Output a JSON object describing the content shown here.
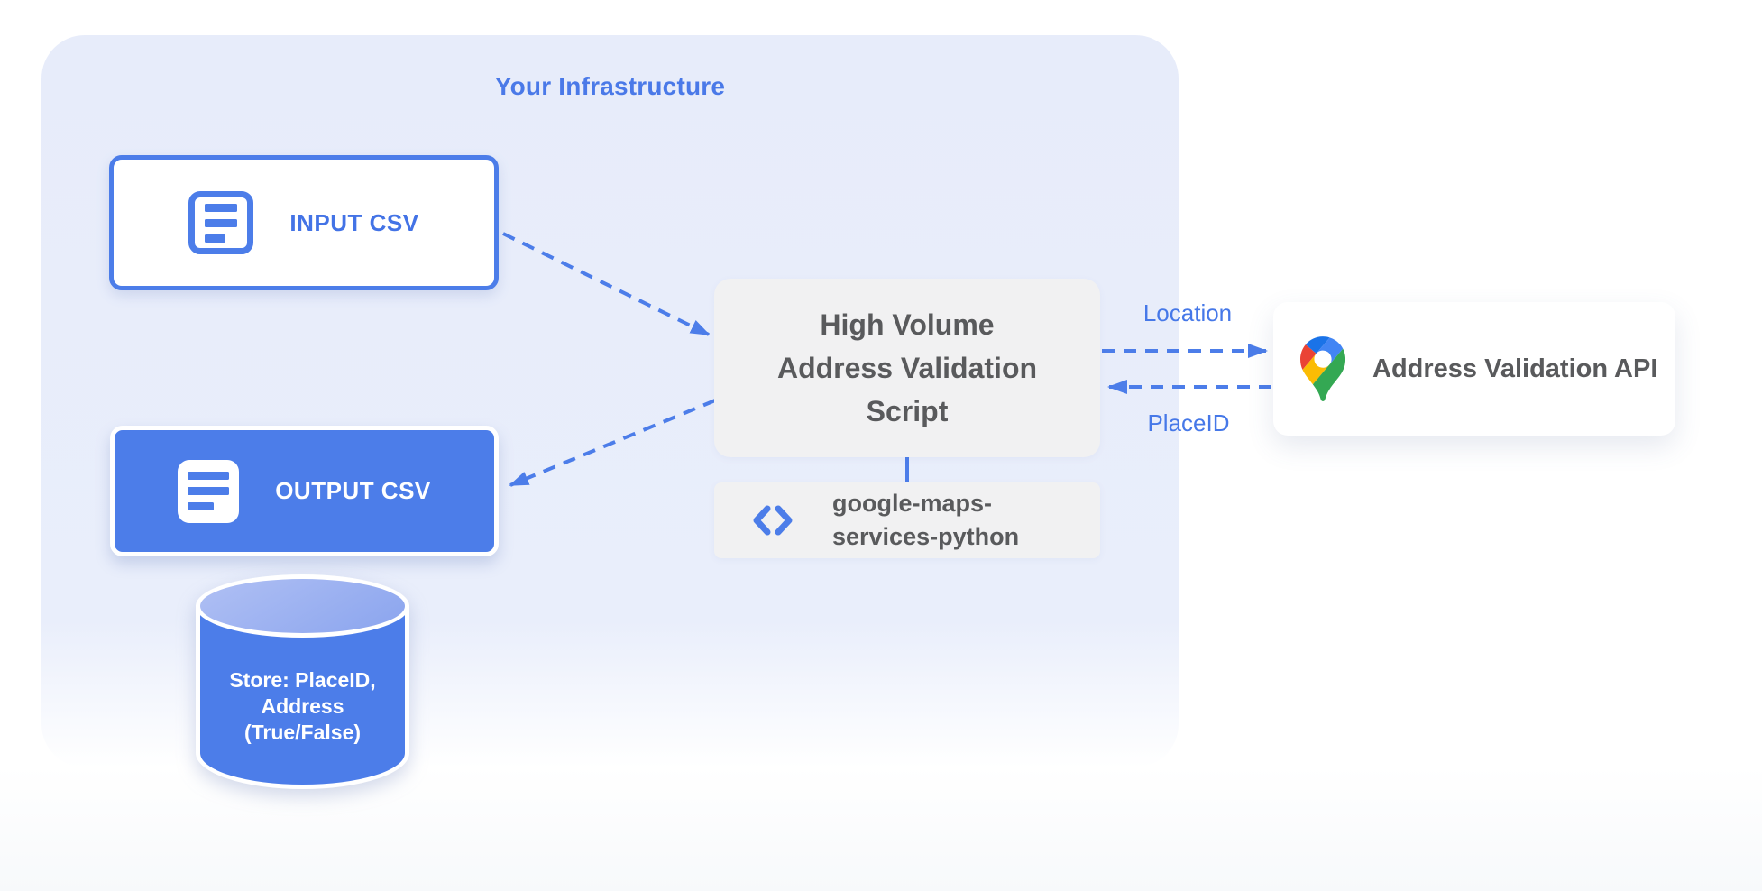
{
  "diagram": {
    "title": "Your Infrastructure"
  },
  "colors": {
    "accent_blue": "#4c7de9",
    "label_blue": "#4678e8",
    "container_bg": "#e8edfb",
    "gray_box": "#f1f1f2",
    "dark_text": "#595a5c",
    "white": "#ffffff",
    "cylinder_top_light": "#a9baf1",
    "pin_blue_dark": "#1a73e8",
    "pin_blue": "#4285f4",
    "pin_red": "#ea4335",
    "pin_yellow": "#fbbc04",
    "pin_green": "#34a853"
  },
  "nodes": {
    "input_csv": {
      "label": "INPUT CSV",
      "icon": "document-icon"
    },
    "output_csv": {
      "label": "OUTPUT CSV",
      "icon": "document-icon"
    },
    "datastore": {
      "shape": "database-cylinder",
      "lines": [
        "Store: PlaceID,",
        "Address",
        "(True/False)"
      ]
    },
    "script": {
      "lines": [
        "High Volume",
        "Address Validation",
        "Script"
      ]
    },
    "library": {
      "icon": "code-brackets-icon",
      "lines": [
        "google-maps-",
        "services-python"
      ]
    },
    "api": {
      "icon": "google-maps-pin-icon",
      "label": "Address Validation API"
    }
  },
  "edges": {
    "input_to_script": {
      "style": "dashed",
      "label": ""
    },
    "script_to_output": {
      "style": "dashed",
      "label": ""
    },
    "script_to_api": {
      "style": "dashed",
      "label": "Location"
    },
    "api_to_script": {
      "style": "dashed",
      "label": "PlaceID"
    },
    "script_to_library": {
      "style": "solid",
      "label": ""
    }
  }
}
